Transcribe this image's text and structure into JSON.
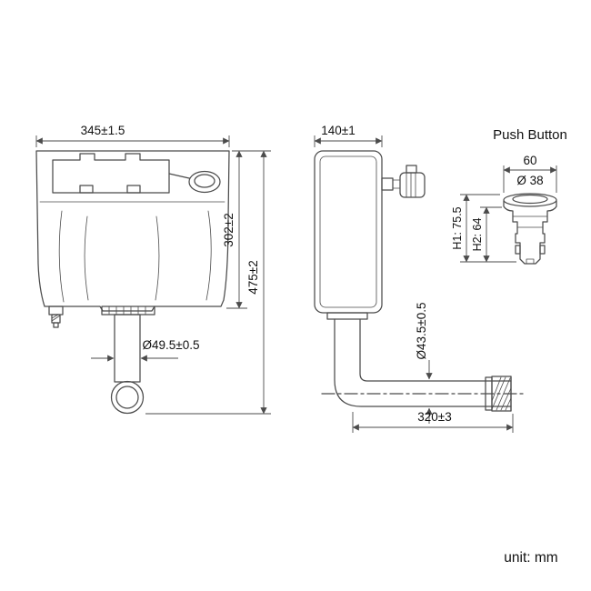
{
  "colors": {
    "line": "#4b4b4b",
    "text": "#111111",
    "background": "#ffffff"
  },
  "unit_label": "unit: mm",
  "front_view": {
    "width_dim": "345±1.5",
    "body_height_dim": "302±2",
    "total_height_dim": "475±2",
    "outlet_diameter_dim": "Ø49.5±0.5"
  },
  "side_view": {
    "depth_dim": "140±1",
    "pipe_diameter_dim": "Ø43.5±0.5",
    "pipe_length_dim": "320±3"
  },
  "push_button": {
    "title": "Push Button",
    "width_dim": "60",
    "face_diameter_dim": "Ø 38",
    "h1_dim": "H1: 75.5",
    "h2_dim": "H2: 64"
  }
}
